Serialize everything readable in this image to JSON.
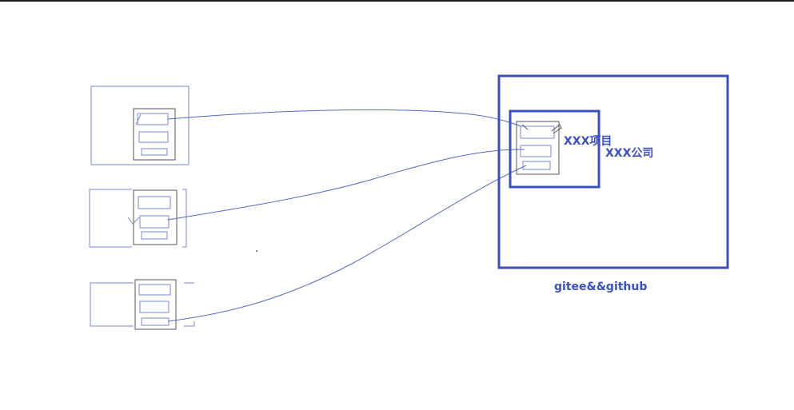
{
  "diagram": {
    "company_label": "XXX公司",
    "project_label": "XXX项目",
    "platform_label": "gitee&&github",
    "colors": {
      "primary": "#3b4fc4",
      "sketch": "#7a86d4",
      "wire": "#5566cc"
    }
  }
}
